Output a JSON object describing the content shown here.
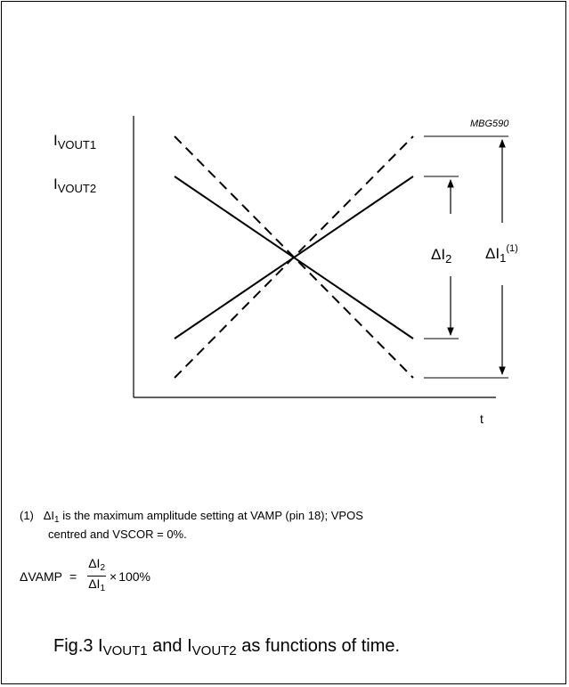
{
  "figure": {
    "code": "MBG590",
    "axis_y_label_1": {
      "main": "I",
      "sub": "VOUT1"
    },
    "axis_y_label_2": {
      "main": "I",
      "sub": "VOUT2"
    },
    "axis_x_label": "t",
    "delta_i2": {
      "main": "ΔI",
      "sub": "2"
    },
    "delta_i1": {
      "main": "ΔI",
      "sub": "1",
      "sup": "(1)"
    }
  },
  "note": {
    "marker": "(1)",
    "symbol_main": "ΔI",
    "symbol_sub": "1",
    "line1": " is the maximum amplitude setting at VAMP (pin 18); VPOS",
    "line2": "centred and VSCOR = 0%."
  },
  "formula": {
    "lhs": "ΔVAMP",
    "equals": "=",
    "numerator": {
      "main": "ΔI",
      "sub": "2"
    },
    "denominator": {
      "main": "ΔI",
      "sub": "1"
    },
    "times": "×",
    "rhs": "100%"
  },
  "caption": {
    "prefix": "Fig.3  I",
    "sub1": "VOUT1",
    "mid": " and I",
    "sub2": "VOUT2",
    "suffix": " as functions of time."
  }
}
